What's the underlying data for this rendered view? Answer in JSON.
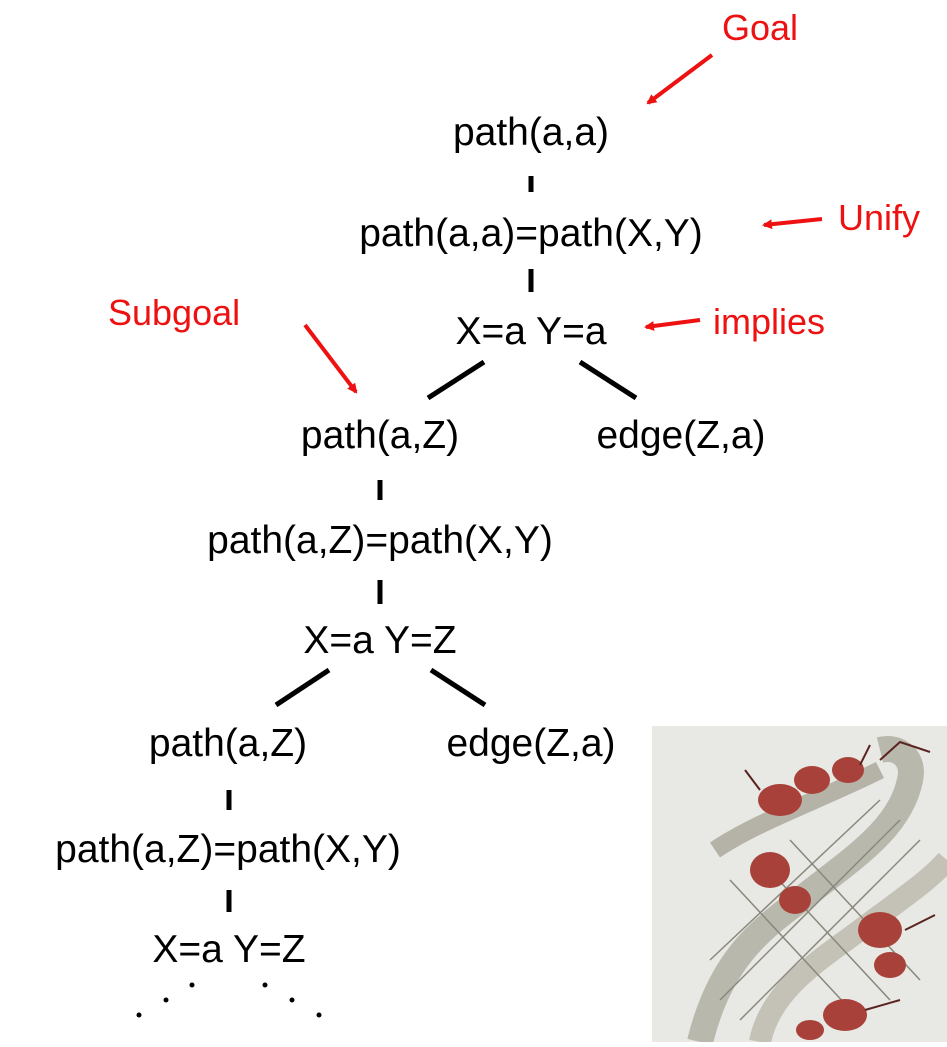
{
  "colors": {
    "text": "#000000",
    "annotation": "#ee1111",
    "image_background": "#e8e8e4"
  },
  "tree": {
    "level1": {
      "goal": "path(a,a)",
      "unify": "path(a,a)=path(X,Y)",
      "binding": "X=a Y=a"
    },
    "level2": {
      "left": "path(a,Z)",
      "right": "edge(Z,a)",
      "unify": "path(a,Z)=path(X,Y)",
      "binding": "X=a Y=Z"
    },
    "level3": {
      "left": "path(a,Z)",
      "right": "edge(Z,a)",
      "unify": "path(a,Z)=path(X,Y)",
      "binding": "X=a Y=Z"
    }
  },
  "annotations": {
    "goal": "Goal",
    "unify": "Unify",
    "implies": "implies",
    "subgoal": "Subgoal"
  },
  "image": {
    "description_icon": "escher-ants-mobius-strip"
  }
}
